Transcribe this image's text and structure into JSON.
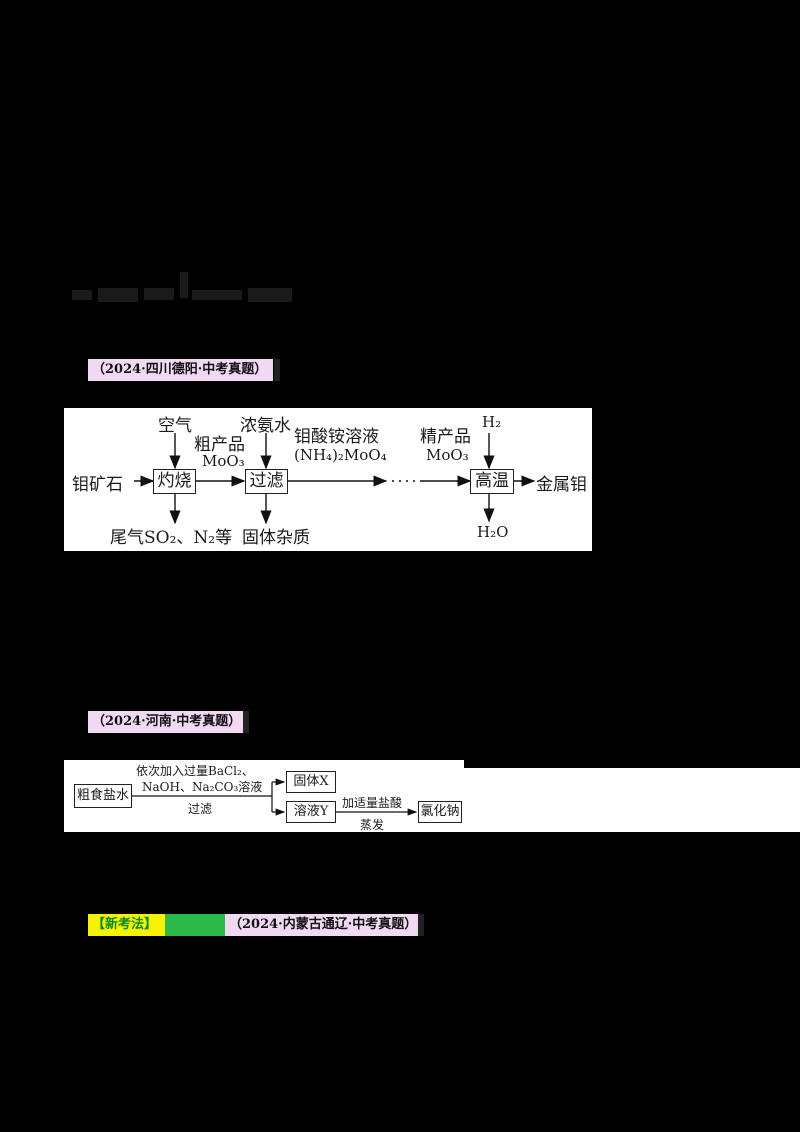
{
  "document": {
    "garbled_line": "",
    "questions": [
      {
        "source_tag": "（2024·四川德阳·中考真题）",
        "diagram": {
          "inputs": {
            "left": "钼矿石",
            "air": "空气",
            "ammonia": "浓氨水",
            "h2": "H₂"
          },
          "boxes": [
            "灼烧",
            "过滤",
            "高温"
          ],
          "intermediates": [
            {
              "line1": "粗产品",
              "line2": "MoO₃"
            },
            {
              "line1": "钼酸铵溶液",
              "line2": "(NH₄)₂MoO₄"
            },
            {
              "line1": "精产品",
              "line2": "MoO₃"
            }
          ],
          "ellipsis": "······",
          "outputs": {
            "exhaust": "尾气SO₂、N₂等",
            "solid_impurity": "固体杂质",
            "water": "H₂O",
            "product": "金属钼"
          }
        }
      },
      {
        "source_tag": "（2024·河南·中考真题）",
        "diagram": {
          "start": "粗食盐水",
          "step1_top_line1": "依次加入过量BaCl₂、",
          "step1_top_line2": "NaOH、Na₂CO₃溶液",
          "step1_bottom": "过滤",
          "solid": "固体X",
          "solution": "溶液Y",
          "step2_top": "加适量盐酸",
          "step2_bottom": "蒸发",
          "product": "氯化钠"
        }
      },
      {
        "new_method_tag": "【新考法】",
        "green_tag": "",
        "source_tag": "（2024·内蒙古通辽·中考真题）"
      }
    ]
  }
}
